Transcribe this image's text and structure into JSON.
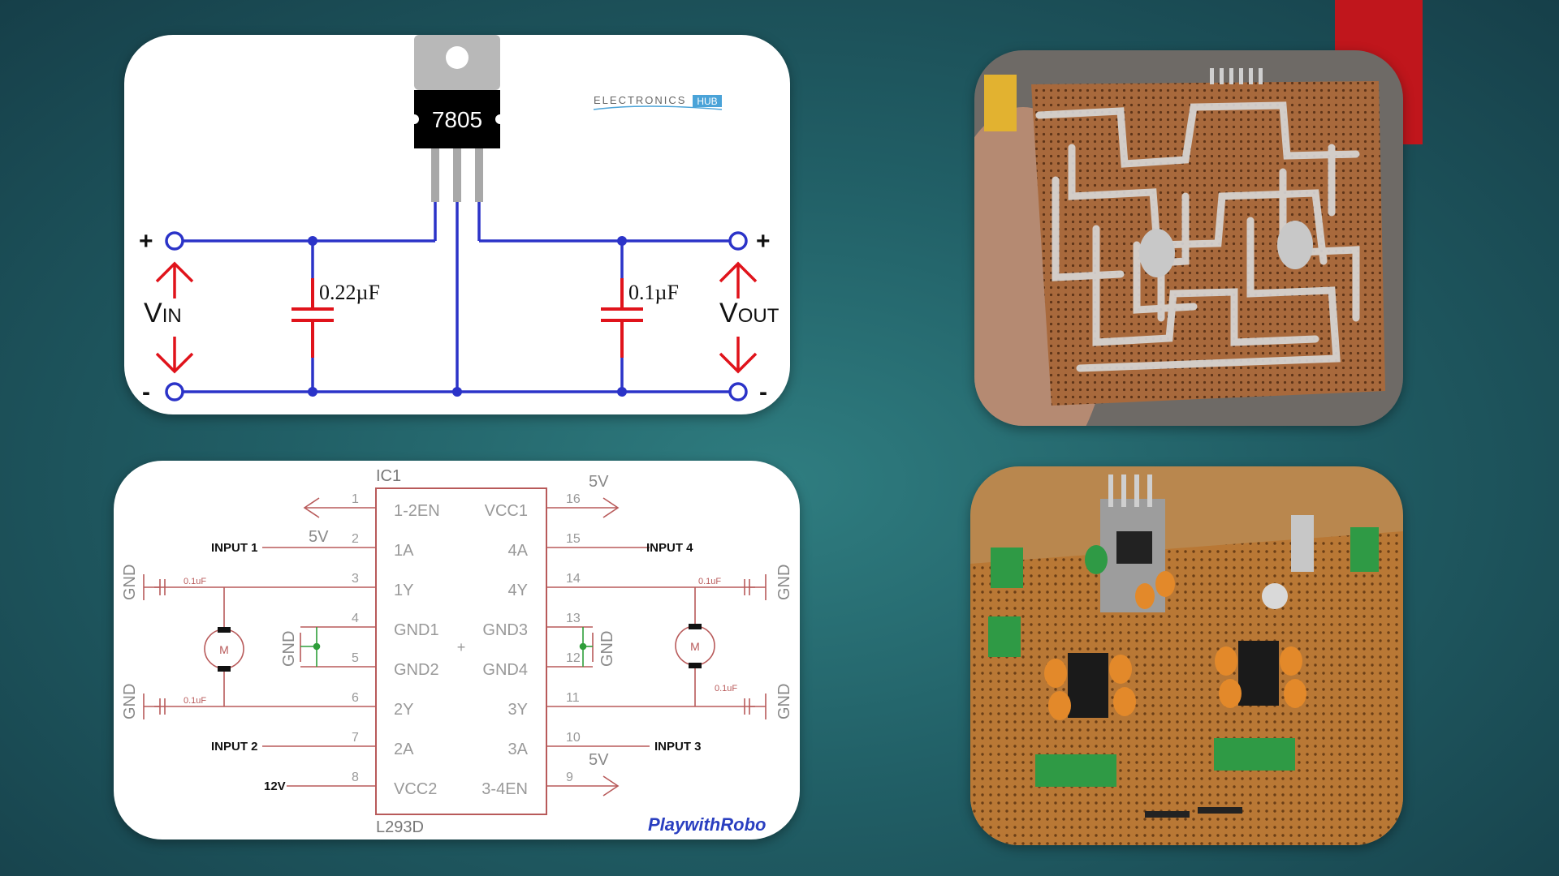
{
  "regulator": {
    "chip_label": "7805",
    "brand": "ELECTRONICS",
    "brand_badge": "HUB",
    "cap_in": "0.22µF",
    "cap_out": "0.1µF",
    "vin_main": "V",
    "vin_sub": "IN",
    "vout_main": "V",
    "vout_sub": "OUT",
    "plus": "+",
    "minus": "-"
  },
  "driver": {
    "ic_ref": "IC1",
    "ic_name": "L293D",
    "pins_left": [
      {
        "num": "1",
        "name": "1-2EN"
      },
      {
        "num": "2",
        "name": "1A"
      },
      {
        "num": "3",
        "name": "1Y"
      },
      {
        "num": "4",
        "name": "GND1"
      },
      {
        "num": "5",
        "name": "GND2"
      },
      {
        "num": "6",
        "name": "2Y"
      },
      {
        "num": "7",
        "name": "2A"
      },
      {
        "num": "8",
        "name": "VCC2"
      }
    ],
    "pins_right": [
      {
        "num": "16",
        "name": "VCC1"
      },
      {
        "num": "15",
        "name": "4A"
      },
      {
        "num": "14",
        "name": "4Y"
      },
      {
        "num": "13",
        "name": "GND3"
      },
      {
        "num": "12",
        "name": "GND4"
      },
      {
        "num": "11",
        "name": "3Y"
      },
      {
        "num": "10",
        "name": "3A"
      },
      {
        "num": "9",
        "name": "3-4EN"
      }
    ],
    "input1": "INPUT 1",
    "input2": "INPUT 2",
    "input3": "INPUT 3",
    "input4": "INPUT 4",
    "v5": "5V",
    "v12": "12V",
    "gnd": "GND",
    "cap": "0.1uF",
    "motor": "M",
    "plus": "+",
    "brand": "PlaywithRobo"
  }
}
